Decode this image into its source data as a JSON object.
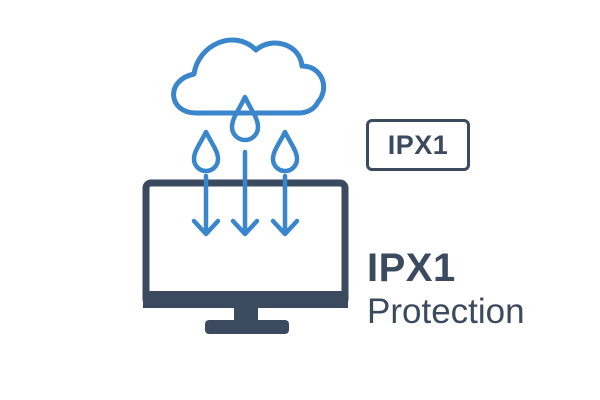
{
  "badge": {
    "label": "IPX1"
  },
  "headline": {
    "line1": "IPX1",
    "line2": "Protection"
  },
  "icons": {
    "cloud": "cloud-icon",
    "raindrops": "raindrop-icon",
    "arrows": "arrow-down-icon",
    "monitor": "monitor-icon"
  },
  "colors": {
    "accent_blue": "#3a86cc",
    "dark_slate": "#3b4a5e",
    "background": "#ffffff"
  }
}
